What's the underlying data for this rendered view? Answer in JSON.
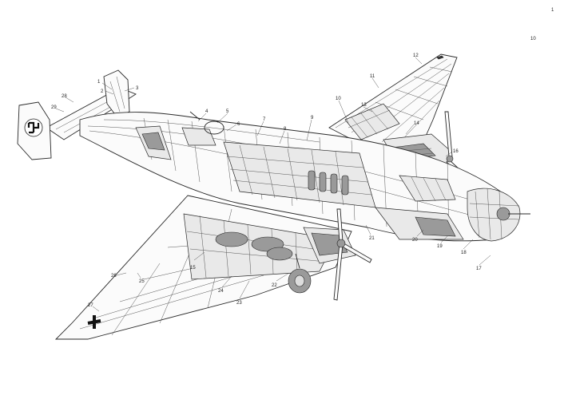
{
  "diagram": {
    "type": "aircraft-cutaway",
    "tail_marking": "swastika-emblem",
    "wing_marking": "cross-emblem",
    "corner_marks": [
      "1",
      "10"
    ],
    "callouts": [
      "1",
      "2",
      "3",
      "4",
      "5",
      "6",
      "7",
      "8",
      "9",
      "10",
      "11",
      "12",
      "13",
      "14",
      "15",
      "16",
      "17",
      "18",
      "19",
      "20",
      "21",
      "22",
      "23",
      "24",
      "25",
      "26",
      "27",
      "28",
      "29"
    ]
  }
}
